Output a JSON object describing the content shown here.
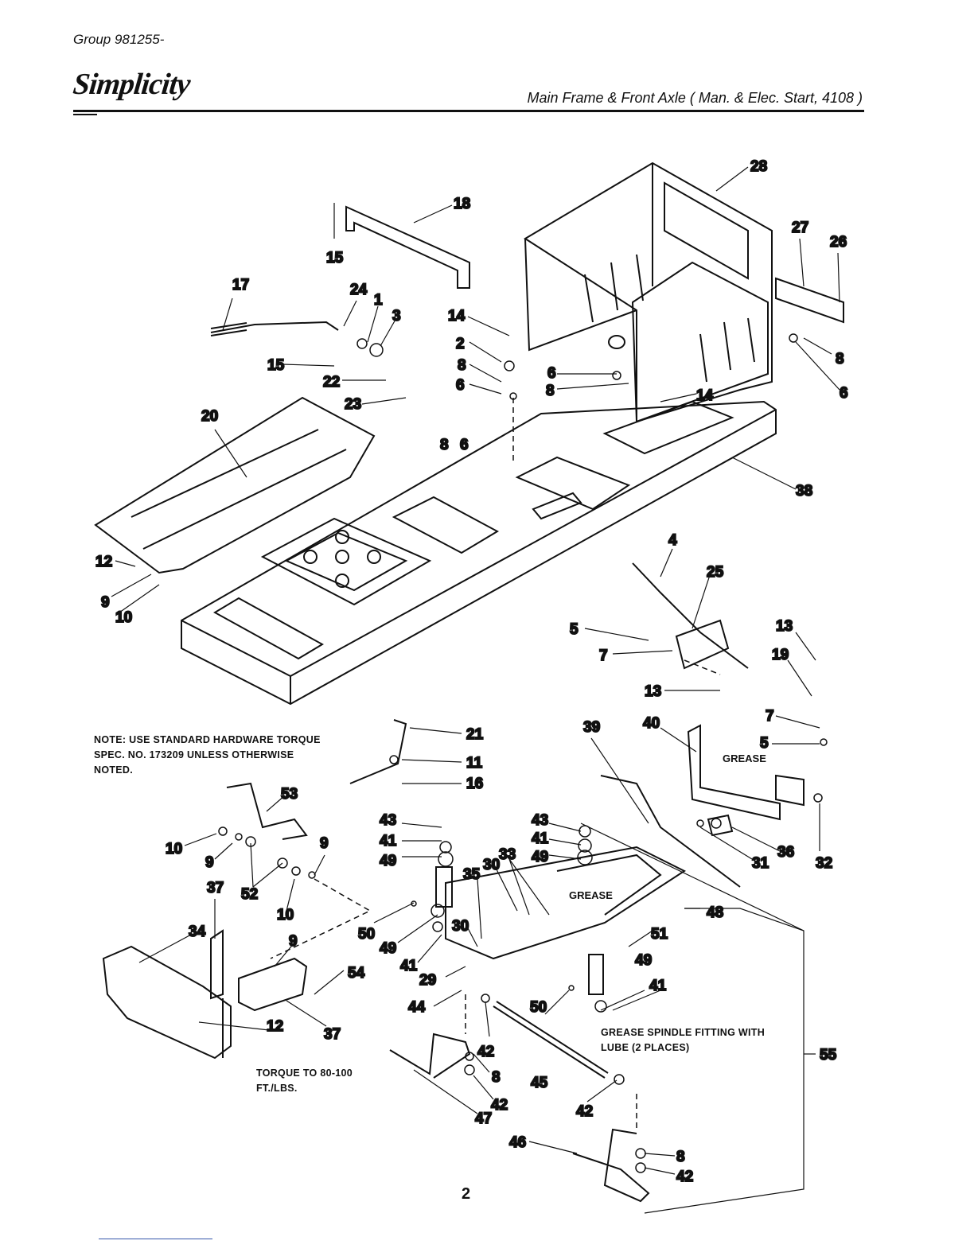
{
  "header": {
    "group": "Group 981255-",
    "brand": "Simplicity",
    "subtitle": "Main Frame & Front Axle ( Man. & Elec. Start, 4108 )"
  },
  "notes": {
    "hardware": "NOTE: USE STANDARD HARDWARE TORQUE SPEC. NO. 173209 UNLESS OTHERWISE NOTED.",
    "torque": "TORQUE TO 80-100 FT./LBS.",
    "grease_spindle": "GREASE SPINDLE FITTING WITH LUBE (2 PLACES)",
    "grease_1": "GREASE",
    "grease_2": "GREASE"
  },
  "callouts": [
    "28",
    "18",
    "27",
    "26",
    "15",
    "17",
    "24",
    "1",
    "3",
    "14",
    "2",
    "8",
    "6",
    "15",
    "22",
    "23",
    "8",
    "6",
    "8",
    "6",
    "6",
    "8",
    "14",
    "20",
    "38",
    "12",
    "9",
    "10",
    "4",
    "25",
    "5",
    "7",
    "13",
    "13",
    "19",
    "7",
    "5",
    "21",
    "11",
    "16",
    "39",
    "40",
    "53",
    "10",
    "9",
    "52",
    "9",
    "10",
    "37",
    "34",
    "9",
    "54",
    "12",
    "37",
    "43",
    "41",
    "49",
    "43",
    "41",
    "49",
    "33",
    "35",
    "30",
    "30",
    "48",
    "51",
    "50",
    "49",
    "41",
    "30",
    "29",
    "49",
    "41",
    "44",
    "42",
    "50",
    "45",
    "8",
    "42",
    "47",
    "42",
    "46",
    "8",
    "42",
    "36",
    "31",
    "32",
    "55"
  ],
  "page_number": "2"
}
